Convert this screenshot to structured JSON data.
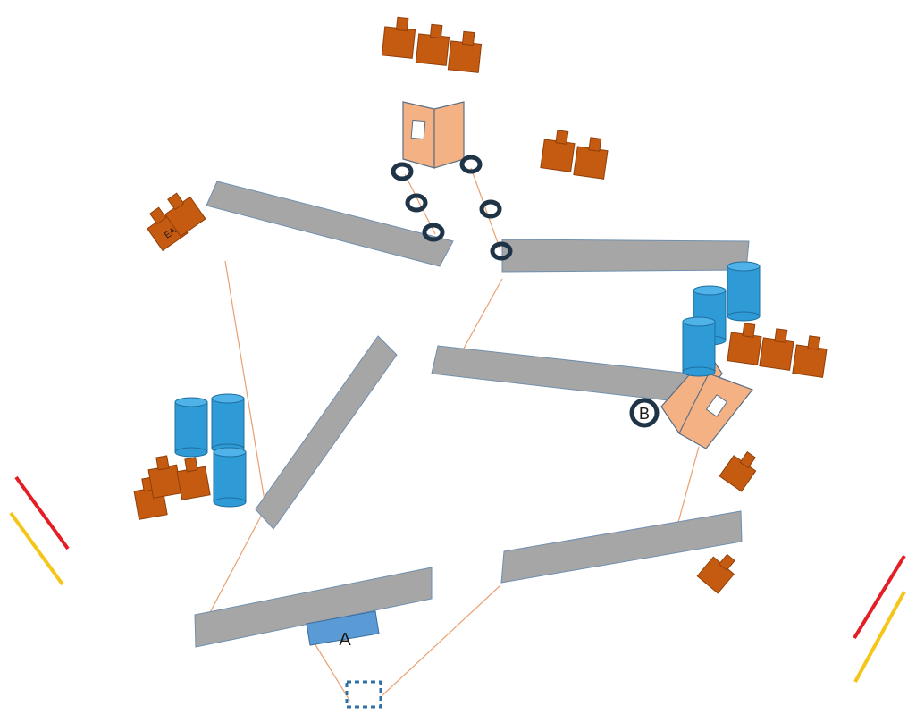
{
  "markers": {
    "a": "A",
    "b": "B"
  },
  "crate_labels": {
    "ea": "EA"
  },
  "colors": {
    "background": "#ffffff",
    "wall": "#a6a6a6",
    "crate": "#c55a11",
    "barrel": "#2e9ad6",
    "door": "#f4b183",
    "tire": "#1f3447",
    "start_pad": "#5b9bd5",
    "route_line": "#e9a070",
    "boundary_red": "#e31e24",
    "boundary_yellow": "#f5c518"
  }
}
